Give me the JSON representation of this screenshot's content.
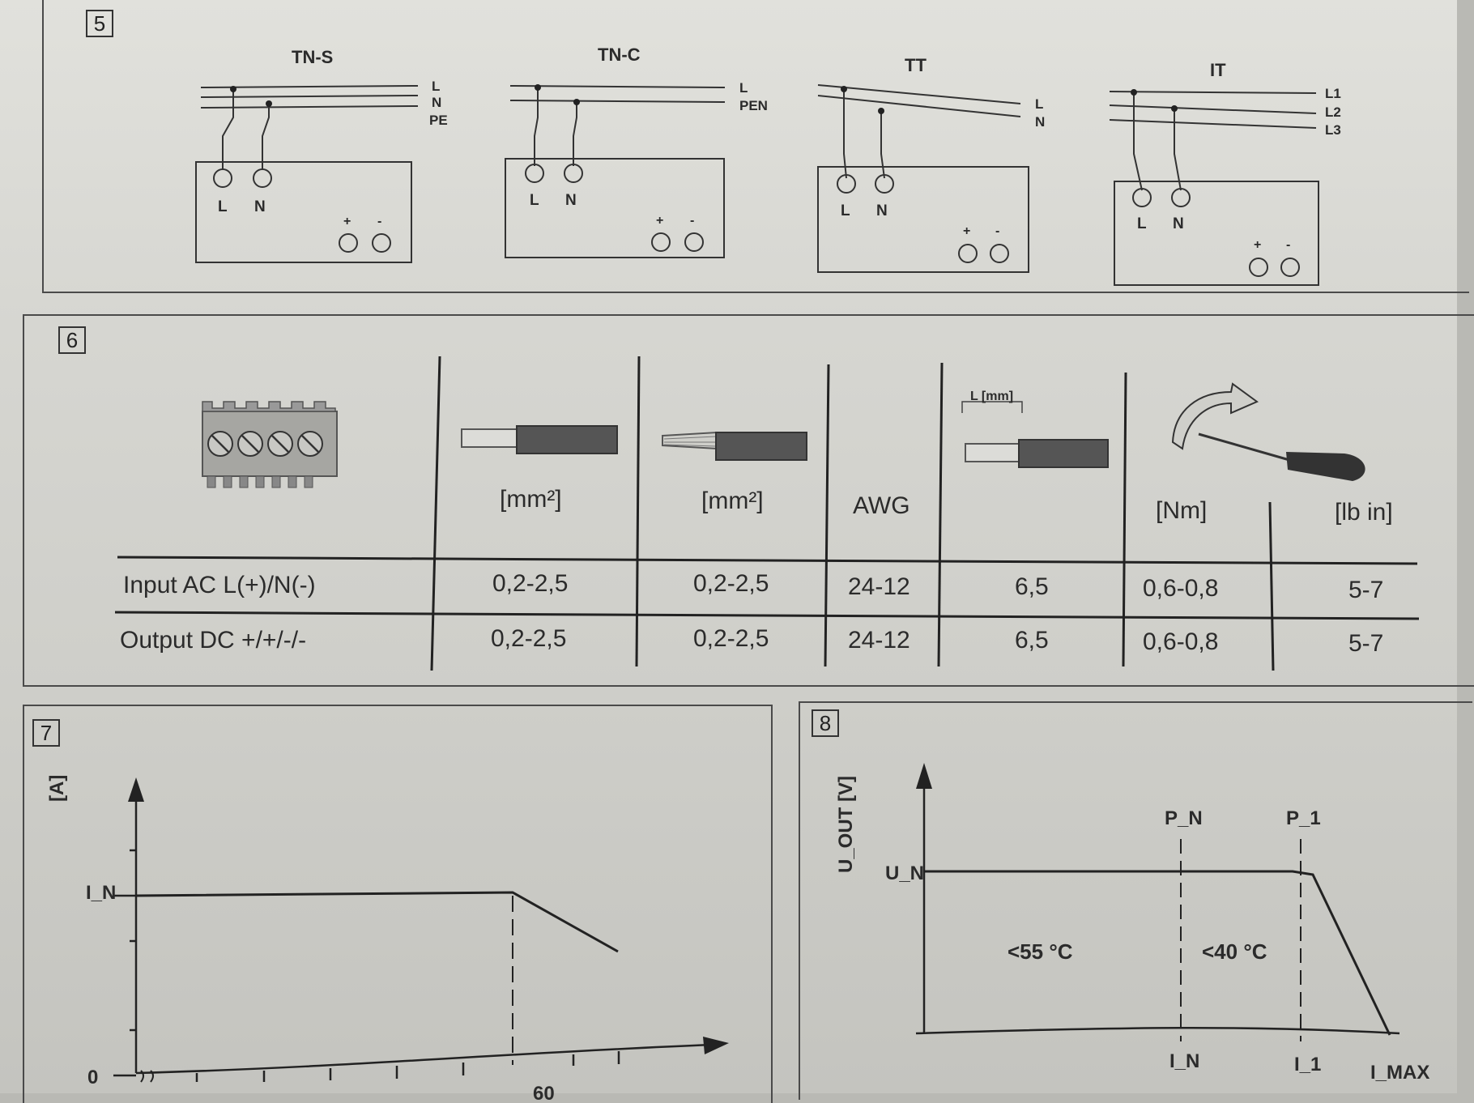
{
  "sections": {
    "s5": {
      "number": "5",
      "networks": [
        {
          "title": "TN-S",
          "lines": [
            "L",
            "N",
            "PE"
          ],
          "terminals": [
            "L",
            "N"
          ],
          "dc": [
            "+",
            "-"
          ]
        },
        {
          "title": "TN-C",
          "lines": [
            "L",
            "PEN"
          ],
          "terminals": [
            "L",
            "N"
          ],
          "dc": [
            "+",
            "-"
          ]
        },
        {
          "title": "TT",
          "lines": [
            "L",
            "N"
          ],
          "terminals": [
            "L",
            "N"
          ],
          "dc": [
            "+",
            "-"
          ]
        },
        {
          "title": "IT",
          "lines": [
            "L1",
            "L2",
            "L3"
          ],
          "terminals": [
            "L",
            "N"
          ],
          "dc": [
            "+",
            "-"
          ]
        }
      ]
    },
    "s6": {
      "number": "6",
      "headers": [
        "[mm²]",
        "[mm²]",
        "AWG",
        "L [mm]",
        "[Nm]",
        "[lb in]"
      ],
      "rows": [
        {
          "label": "Input AC L(+)/N(-)",
          "cells": [
            "0,2-2,5",
            "0,2-2,5",
            "24-12",
            "6,5",
            "0,6-0,8",
            "5-7"
          ]
        },
        {
          "label": "Output DC +/+/-/-",
          "cells": [
            "0,2-2,5",
            "0,2-2,5",
            "24-12",
            "6,5",
            "0,6-0,8",
            "5-7"
          ]
        }
      ]
    },
    "s7": {
      "number": "7",
      "y_unit": "[A]",
      "y_mark": "I_N",
      "y_zero": "0",
      "x_tick": "60"
    },
    "s8": {
      "number": "8",
      "y_label": "U_OUT [V]",
      "y_mark": "U_N",
      "p_marks": [
        "P_N",
        "P_1"
      ],
      "i_marks": [
        "I_N",
        "I_1",
        "I_MAX"
      ],
      "zones": [
        "<55 °C",
        "<40 °C"
      ]
    }
  }
}
